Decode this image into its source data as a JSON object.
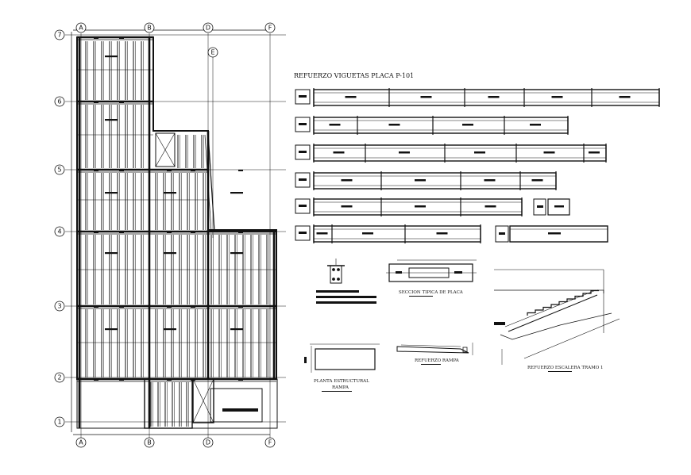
{
  "grid_bubbles": {
    "columns": [
      "A",
      "B",
      "D",
      "E",
      "F"
    ],
    "rows": [
      "1",
      "2",
      "3",
      "4",
      "5",
      "6",
      "7"
    ]
  },
  "titles": {
    "main": "REFUERZO VIGUETAS PLACA P-101",
    "seccion_tipica": "SECCION TIPICA DE PLACA",
    "planta_estructural": "PLANTA ESTRUCTURAL",
    "rampa": "RAMPA",
    "refuerzo_rampa": "REFUERZO RAMPA",
    "refuerzo_escalera": "REFUERZO ESCALERA TRAMO 1"
  },
  "colors": {
    "line": "#111111",
    "background": "#ffffff"
  }
}
